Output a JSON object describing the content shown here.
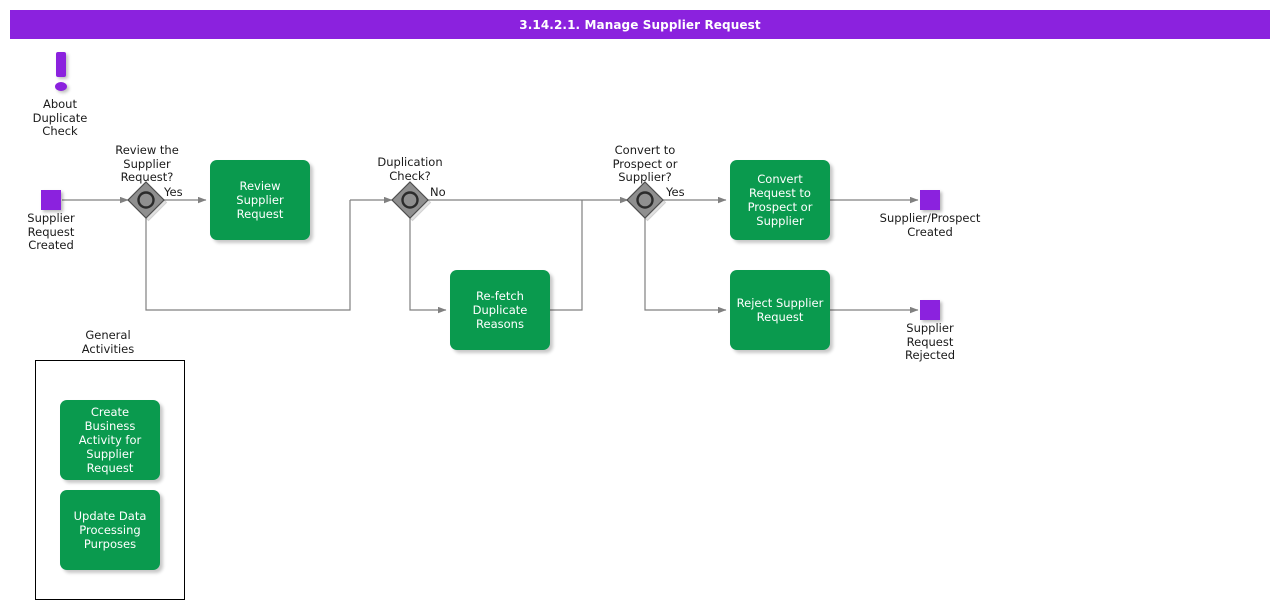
{
  "header": {
    "title": "3.14.2.1. Manage Supplier Request",
    "bar_color": "#8B22DE",
    "text_color": "#FFFFFF"
  },
  "theme": {
    "task_fill": "#0A9A4E",
    "task_text": "#FFFFFF",
    "event_fill": "#8B22DE",
    "gateway_fill": "#808080",
    "gateway_stroke": "#333333",
    "connector_stroke": "#808080",
    "group_stroke": "#000000",
    "canvas_bg": "#FFFFFF"
  },
  "annotation": {
    "icon": "exclamation-icon",
    "label": "About\nDuplicate\nCheck"
  },
  "events": [
    {
      "id": "start",
      "name": "supplier-request-created",
      "label": "Supplier\nRequest\nCreated",
      "type": "start"
    },
    {
      "id": "end_created",
      "name": "supplier-prospect-created",
      "label": "Supplier/Prospect\nCreated",
      "type": "end"
    },
    {
      "id": "end_rejected",
      "name": "supplier-request-rejected",
      "label": "Supplier\nRequest\nRejected",
      "type": "end"
    }
  ],
  "gateways": [
    {
      "id": "gw1",
      "name": "review-the-supplier-request",
      "label": "Review the\nSupplier\nRequest?",
      "branch": "Yes"
    },
    {
      "id": "gw2",
      "name": "duplication-check",
      "label": "Duplication\nCheck?",
      "branch": "No"
    },
    {
      "id": "gw3",
      "name": "convert-to-prospect-or-supplier",
      "label": "Convert to\nProspect or\nSupplier?",
      "branch": "Yes"
    }
  ],
  "tasks": [
    {
      "id": "t1",
      "name": "review-supplier-request",
      "label": "Review Supplier\nRequest"
    },
    {
      "id": "t2",
      "name": "re-fetch-duplicate-reasons",
      "label": "Re-fetch\nDuplicate\nReasons"
    },
    {
      "id": "t3",
      "name": "convert-request-to-prospect-or-supplier",
      "label": "Convert Request\nto Prospect or\nSupplier"
    },
    {
      "id": "t4",
      "name": "reject-supplier-request",
      "label": "Reject Supplier\nRequest"
    }
  ],
  "group": {
    "title": "General\nActivities",
    "tasks": [
      {
        "id": "g1",
        "name": "create-business-activity-for-supplier-request",
        "label": "Create Business\nActivity for\nSupplier\nRequest"
      },
      {
        "id": "g2",
        "name": "update-data-processing-purposes",
        "label": "Update Data\nProcessing\nPurposes"
      }
    ]
  }
}
